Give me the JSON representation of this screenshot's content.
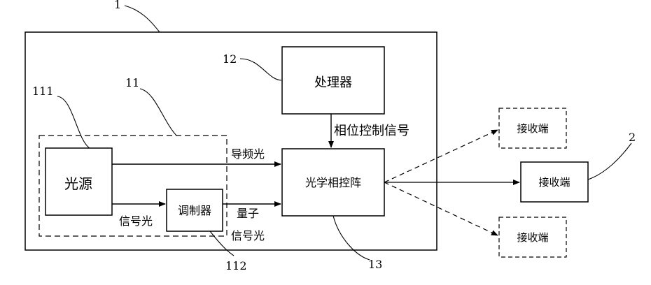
{
  "blocks": {
    "light_source": "光源",
    "modulator": "调制器",
    "processor": "处理器",
    "optical_phased_array": "光学相控阵",
    "receiver_top": "接收端",
    "receiver_mid": "接收端",
    "receiver_bottom": "接收端"
  },
  "signals": {
    "pilot_light": "导频光",
    "signal_light": "信号光",
    "quantum_line1": "量子",
    "quantum_line2": "信号光",
    "phase_control": "相位控制信号"
  },
  "ref_numerals": {
    "system": "1",
    "transmitter": "11",
    "light_source": "111",
    "modulator": "112",
    "processor": "12",
    "optical_phased_array": "13",
    "receiver": "2"
  }
}
